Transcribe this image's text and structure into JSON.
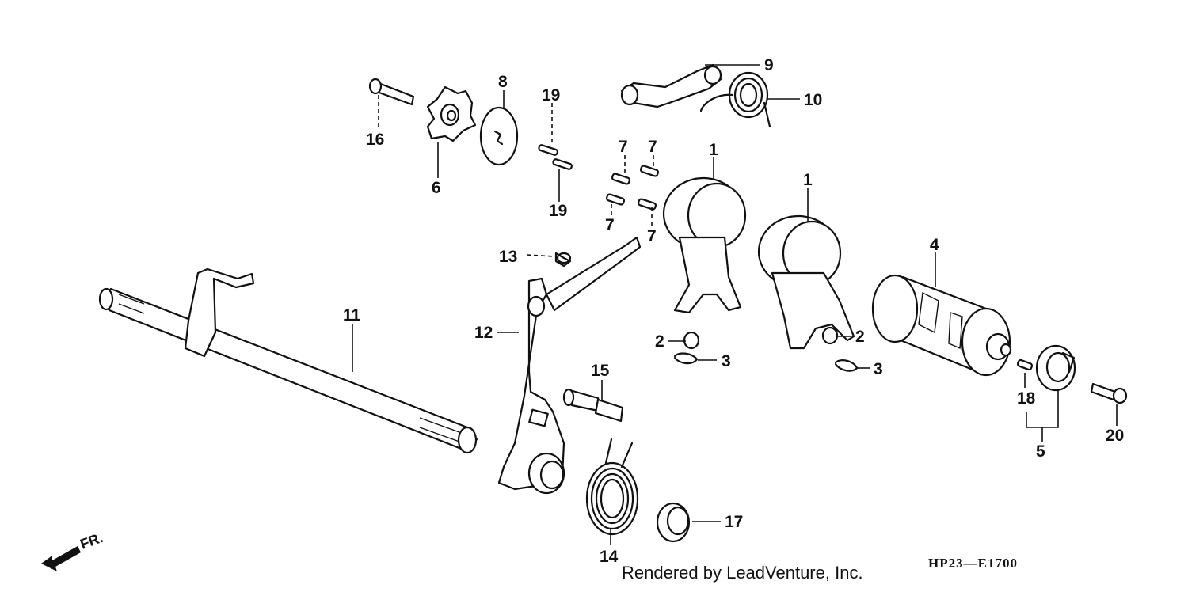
{
  "callouts": [
    {
      "id": "c1a",
      "text": "1"
    },
    {
      "id": "c1b",
      "text": "1"
    },
    {
      "id": "c2a",
      "text": "2"
    },
    {
      "id": "c2b",
      "text": "2"
    },
    {
      "id": "c3a",
      "text": "3"
    },
    {
      "id": "c3b",
      "text": "3"
    },
    {
      "id": "c4",
      "text": "4"
    },
    {
      "id": "c5",
      "text": "5"
    },
    {
      "id": "c6",
      "text": "6"
    },
    {
      "id": "c7a",
      "text": "7"
    },
    {
      "id": "c7b",
      "text": "7"
    },
    {
      "id": "c7c",
      "text": "7"
    },
    {
      "id": "c7d",
      "text": "7"
    },
    {
      "id": "c8",
      "text": "8"
    },
    {
      "id": "c9",
      "text": "9"
    },
    {
      "id": "c10",
      "text": "10"
    },
    {
      "id": "c11",
      "text": "11"
    },
    {
      "id": "c12",
      "text": "12"
    },
    {
      "id": "c13",
      "text": "13"
    },
    {
      "id": "c14",
      "text": "14"
    },
    {
      "id": "c15",
      "text": "15"
    },
    {
      "id": "c16",
      "text": "16"
    },
    {
      "id": "c17",
      "text": "17"
    },
    {
      "id": "c18",
      "text": "18"
    },
    {
      "id": "c19a",
      "text": "19"
    },
    {
      "id": "c19b",
      "text": "19"
    },
    {
      "id": "c20",
      "text": "20"
    }
  ],
  "front_indicator": "FR.",
  "credit": "Rendered by LeadVenture, Inc.",
  "diagram_code": "HP23—E1700"
}
